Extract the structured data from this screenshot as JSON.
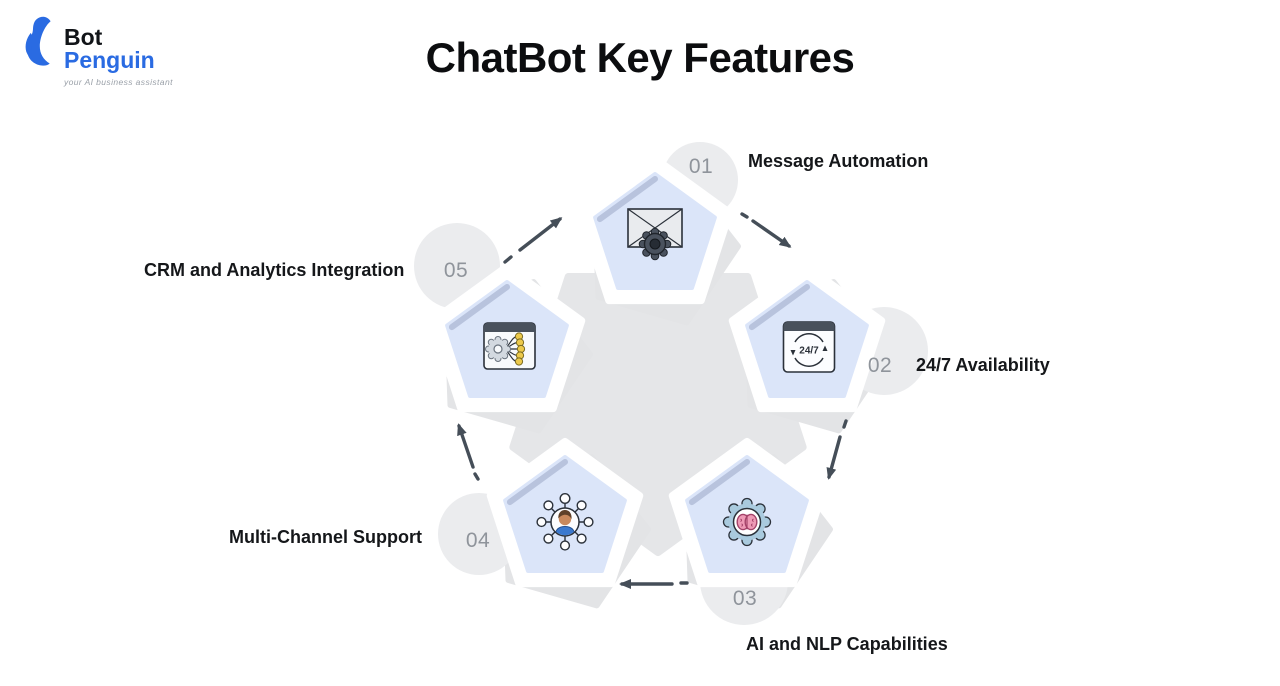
{
  "header": {
    "logo": {
      "brand_top": "Bot",
      "brand_bottom": "Penguin",
      "tagline": "your AI business assistant"
    },
    "title": "ChatBot Key Features"
  },
  "features": [
    {
      "number": "01",
      "label": "Message Automation",
      "icon": "envelope-gear-icon"
    },
    {
      "number": "02",
      "label": "24/7 Availability",
      "icon": "browser-247-cycle-icon"
    },
    {
      "number": "03",
      "label": "AI and NLP Capabilities",
      "icon": "brain-gear-icon"
    },
    {
      "number": "04",
      "label": "Multi-Channel Support",
      "icon": "person-network-icon"
    },
    {
      "number": "05",
      "label": "CRM and Analytics Integration",
      "icon": "browser-gear-nodes-icon"
    }
  ],
  "icons": {
    "availability_badge_text": "24/7"
  },
  "colors": {
    "logo_blue": "#2a6be2",
    "pentagon_fill": "#dbe5f9",
    "pentagon_accent": "#b8c3dd",
    "shadow_gray": "#e3e4e6",
    "center_gray": "#e5e6e8",
    "badge_circle_gray": "#ebecee",
    "number_gray": "#8f949b",
    "arrow_gray": "#454e58",
    "label_black": "#15171a"
  }
}
